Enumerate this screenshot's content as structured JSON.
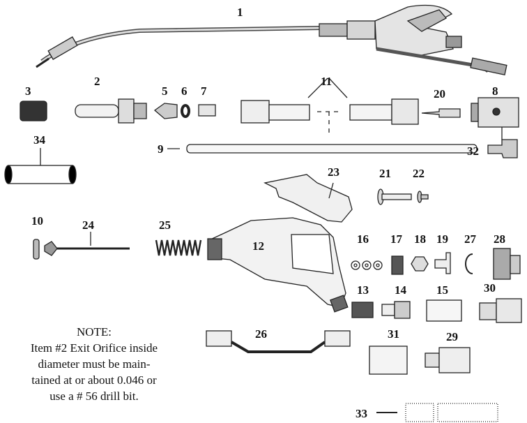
{
  "labels": {
    "p1": "1",
    "p2": "2",
    "p3": "3",
    "p5": "5",
    "p6": "6",
    "p7": "7",
    "p8": "8",
    "p9": "9",
    "p10": "10",
    "p11": "11",
    "p12": "12",
    "p13": "13",
    "p14": "14",
    "p15": "15",
    "p16": "16",
    "p17": "17",
    "p18": "18",
    "p19": "19",
    "p20": "20",
    "p21": "21",
    "p22": "22",
    "p23": "23",
    "p24": "24",
    "p25": "25",
    "p26": "26",
    "p27": "27",
    "p28": "28",
    "p29": "29",
    "p30": "30",
    "p31": "31",
    "p32": "32",
    "p33": "33",
    "p34": "34"
  },
  "note": {
    "heading": "NOTE:",
    "line1": "Item #2 Exit Orifice inside",
    "line2": "diameter must be main-",
    "line3": "tained at or about 0.046 or",
    "line4": "use a # 56 drill bit."
  }
}
